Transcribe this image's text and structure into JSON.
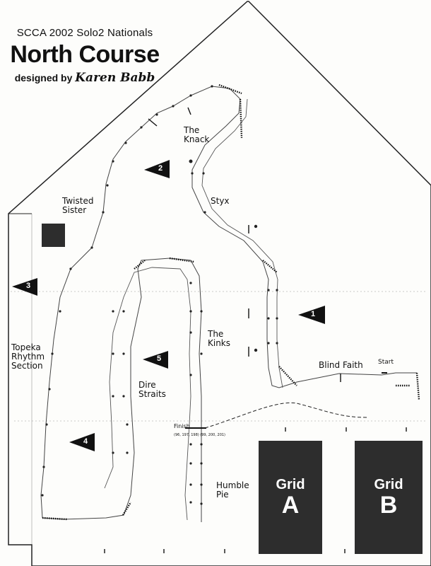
{
  "header": {
    "event": "SCCA 2002 Solo2 Nationals",
    "title": "North Course",
    "credit_prefix": "designed by",
    "designer": "Karen Babb"
  },
  "features": {
    "knack": "The Knack",
    "twisted_sister": "Twisted Sister",
    "styx": "Styx",
    "kinks": "The Kinks",
    "topeka": "Topeka Rhythm Section",
    "dire_straits": "Dire Straits",
    "blind_faith": "Blind Faith",
    "humble_pie": "Humble Pie",
    "start": "Start",
    "finish": "Finish",
    "finish_seq": "(96, 197, 198)    (99, 200, 201)"
  },
  "grids": [
    {
      "word": "Grid",
      "letter": "A"
    },
    {
      "word": "Grid",
      "letter": "B"
    }
  ],
  "markers": [
    "1",
    "2",
    "3",
    "4",
    "5"
  ],
  "colors": {
    "fence": "#222222",
    "course_line": "#444444",
    "grid_fill": "#2d2d2d",
    "marker_fill": "#111111",
    "paper": "#fdfdfb"
  }
}
